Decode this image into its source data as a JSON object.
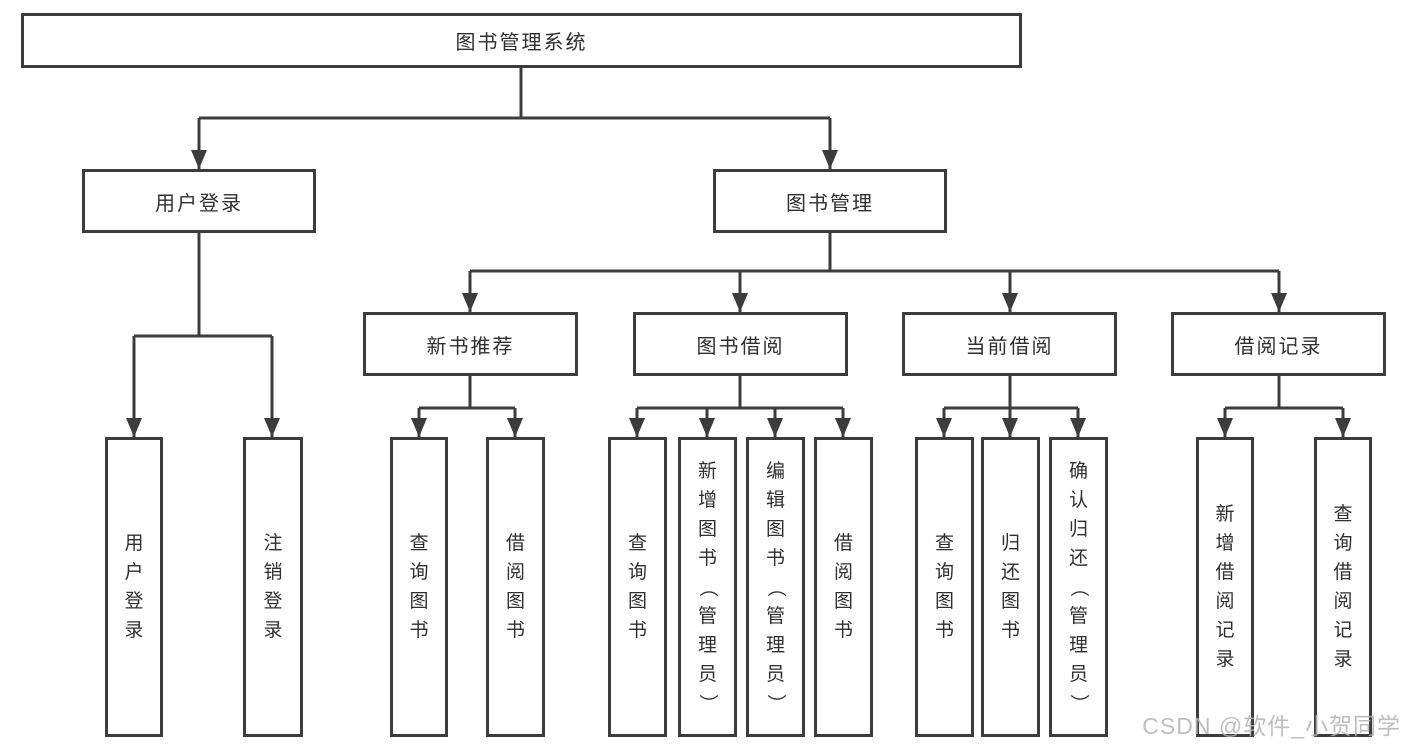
{
  "watermark": {
    "text": "CSDN @软件_小贺同学"
  },
  "colors": {
    "line": "#3c3c3c",
    "box_border": "#3c3c3c",
    "text": "#2f2f2f",
    "watermark": "#b3b3b3",
    "background": "#ffffff"
  },
  "tree": {
    "root": {
      "label": "图书管理系统"
    },
    "branches": [
      {
        "label": "用户登录",
        "leaves": [
          {
            "label": "用户登录"
          },
          {
            "label": "注销登录"
          }
        ]
      },
      {
        "label": "图书管理",
        "groups": [
          {
            "label": "新书推荐",
            "leaves": [
              {
                "label": "查询图书"
              },
              {
                "label": "借阅图书"
              }
            ]
          },
          {
            "label": "图书借阅",
            "leaves": [
              {
                "label": "查询图书"
              },
              {
                "label": "新增图书（管理员）"
              },
              {
                "label": "编辑图书（管理员）"
              },
              {
                "label": "借阅图书"
              }
            ]
          },
          {
            "label": "当前借阅",
            "leaves": [
              {
                "label": "查询图书"
              },
              {
                "label": "归还图书"
              },
              {
                "label": "确认归还（管理员）"
              }
            ]
          },
          {
            "label": "借阅记录",
            "leaves": [
              {
                "label": "新增借阅记录"
              },
              {
                "label": "查询借阅记录"
              }
            ]
          }
        ]
      }
    ]
  }
}
